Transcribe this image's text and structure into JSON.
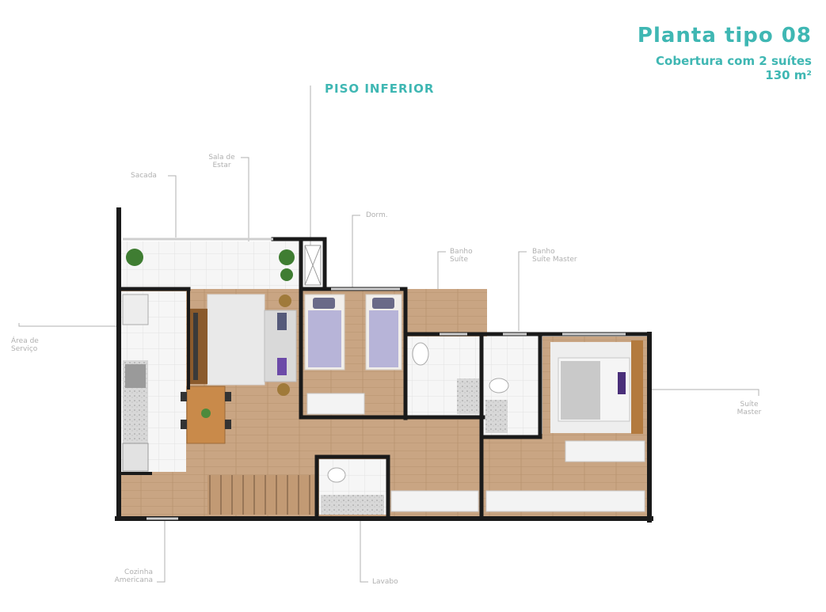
{
  "header": {
    "title": "Planta tipo 08",
    "subtitle": "Cobertura com 2 suítes",
    "area": "130 m²"
  },
  "floor_label": "PISO INFERIOR",
  "room_labels": {
    "sacada": "Sacada",
    "sala_line1": "Sala de",
    "sala_line2": "Estar",
    "dorm": "Dorm.",
    "banho_suite_line1": "Banho",
    "banho_suite_line2": "Suíte",
    "banho_master_line1": "Banho",
    "banho_master_line2": "Suíte Master",
    "area_servico_line1": "Área de",
    "area_servico_line2": "Serviço",
    "suite_master_line1": "Suíte",
    "suite_master_line2": "Master",
    "cozinha_line1": "Cozinha",
    "cozinha_line2": "Americana",
    "lavabo": "Lavabo"
  },
  "colors": {
    "accent": "#3fb7b3",
    "wall": "#1a1a1a",
    "wood": "#c9a583",
    "tile": "#f4f4f4",
    "label": "#b0b0b0"
  }
}
